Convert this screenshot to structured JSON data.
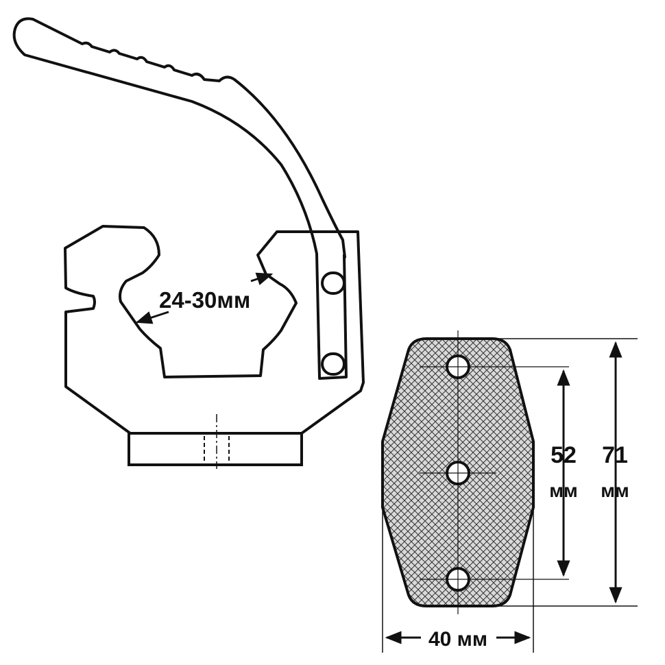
{
  "clamp": {
    "grip_range_label": "24-30мм"
  },
  "plate": {
    "hole_spacing_value": "52",
    "hole_spacing_unit": "мм",
    "height_value": "71",
    "height_unit": "мм",
    "width_label": "40 мм"
  },
  "colors": {
    "line": "#111111",
    "background": "#ffffff",
    "hatch": "#333333"
  }
}
